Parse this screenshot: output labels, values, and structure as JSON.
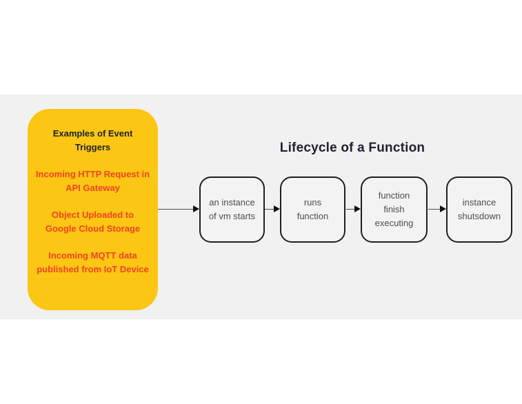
{
  "diagram": {
    "title": "Lifecycle of a Function",
    "event_triggers": {
      "heading": "Examples of Event Triggers",
      "items": [
        "Incoming HTTP Request in API Gateway",
        "Object Uploaded to Google Cloud Storage",
        "Incoming MQTT data published from IoT Device"
      ]
    },
    "lifecycle_steps": [
      "an instance of vm starts",
      "runs function",
      "function finish executing",
      "instance shutsdown"
    ],
    "colors": {
      "card_yellow": "#fbc614",
      "trigger_text_red": "#ee4323",
      "background_gray": "#f1f1f1",
      "box_border_dark": "#1e1e1e",
      "box_fill": "#f3f3f3",
      "title_dark": "#20232e",
      "step_text_gray": "#4d4d4d"
    }
  }
}
